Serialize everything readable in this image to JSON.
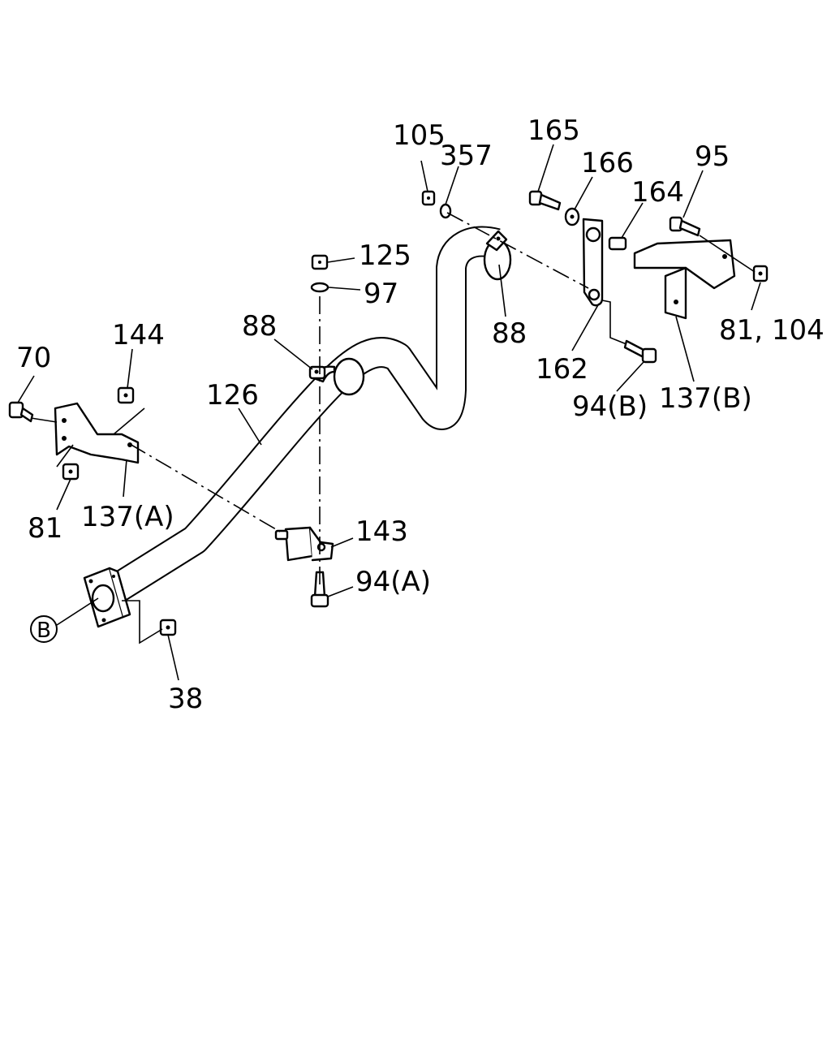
{
  "diagram": {
    "callout_b": "B",
    "labels": {
      "p105": "105",
      "p357": "357",
      "p165": "165",
      "p166": "166",
      "p164": "164",
      "p95": "95",
      "p125": "125",
      "p97": "97",
      "p88_left": "88",
      "p88_right": "88",
      "p81_104": "81, 104",
      "p162": "162",
      "p94b": "94(B)",
      "p137b": "137(B)",
      "p144": "144",
      "p70": "70",
      "p126": "126",
      "p81": "81",
      "p137a": "137(A)",
      "p143": "143",
      "p94a": "94(A)",
      "p38": "38"
    }
  }
}
